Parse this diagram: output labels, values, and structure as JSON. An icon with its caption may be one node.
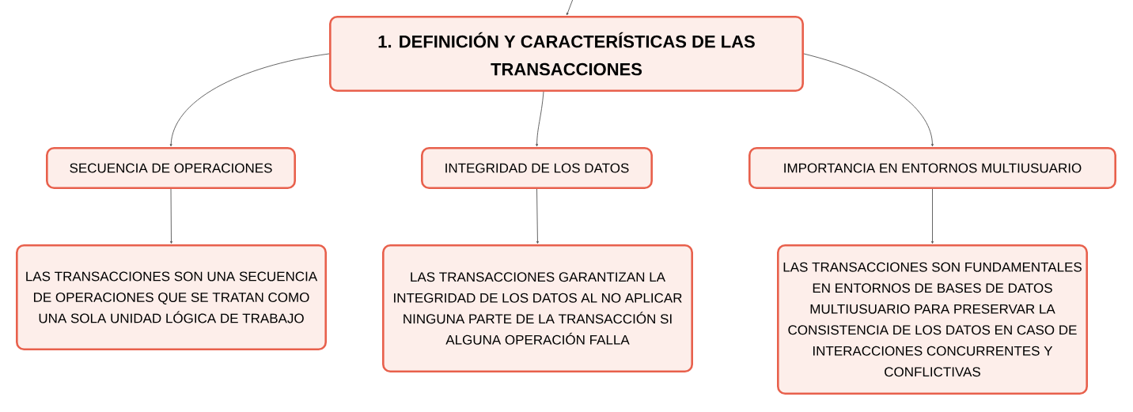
{
  "diagram": {
    "nodes": [
      {
        "text": [
          "1. DEFINICIÓN Y CARACTERÍSTICAS DE LAS TRANSACCIONES"
        ]
      },
      {
        "text": [
          "SECUENCIA DE OPERACIONES"
        ]
      },
      {
        "text": [
          "INTEGRIDAD DE LOS DATOS"
        ]
      },
      {
        "text": [
          "IMPORTANCIA EN ENTORNOS MULTIUSUARIO"
        ]
      },
      {
        "text": [
          "LAS TRANSACCIONES SON UNA SECUENCIA DE OPERACIONES QUE SE TRATAN COMO UNA SOLA UNIDAD LÓGICA DE TRABAJO"
        ]
      },
      {
        "text": [
          "LAS TRANSACCIONES GARANTIZAN LA INTEGRIDAD DE LOS DATOS AL NO APLICAR NINGUNA PARTE DE LA TRANSACCIÓN SI ALGUNA OPERACIÓN FALLA"
        ]
      },
      {
        "text": [
          "LAS TRANSACCIONES SON FUNDAMENTALES EN ENTORNOS DE BASES DE DATOS MULTIUSUARIO PARA PRESERVAR LA CONSISTENCIA DE LOS DATOS EN CASO DE INTERACCIONES CONCURRENTES Y CONFLICTIVAS"
        ]
      }
    ],
    "edges": [
      {
        "from": null,
        "to": 0,
        "arrow": "to"
      },
      {
        "from": 0,
        "to": 1,
        "arrow": "to"
      },
      {
        "from": 0,
        "to": 2,
        "arrow": "to"
      },
      {
        "from": 0,
        "to": 3,
        "arrow": "to"
      },
      {
        "from": 1,
        "to": 4,
        "arrow": "to"
      },
      {
        "from": 2,
        "to": 5,
        "arrow": "to"
      },
      {
        "from": 3,
        "to": 6,
        "arrow": "to"
      }
    ]
  }
}
